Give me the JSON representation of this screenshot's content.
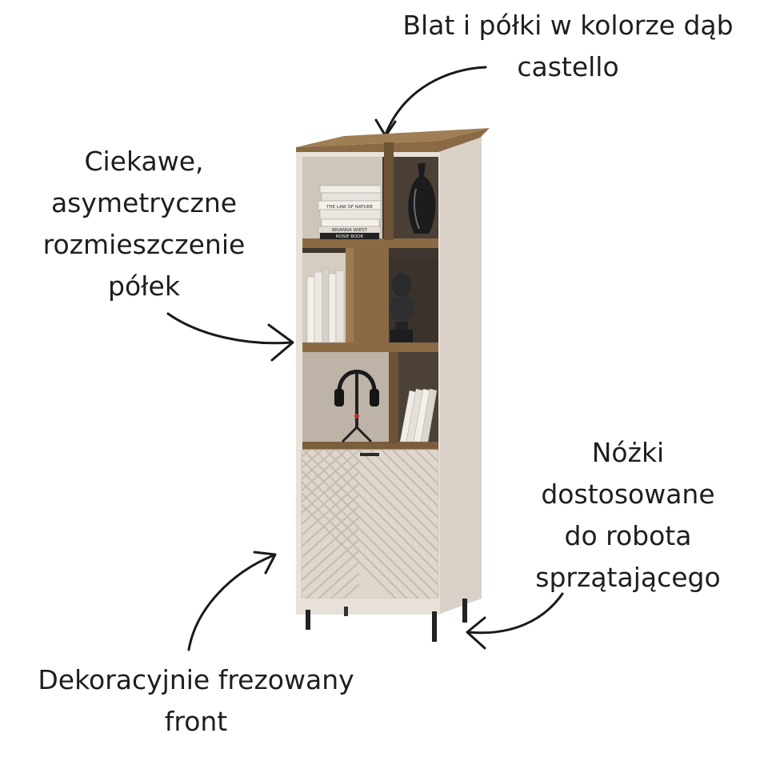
{
  "annotations": {
    "top": [
      "Blat i półki w kolorze dąb",
      "castello"
    ],
    "left": [
      "Ciekawe,",
      "asymetryczne",
      "rozmieszczenie",
      "półek"
    ],
    "right": [
      "Nóżki",
      "dostosowane",
      "do robota",
      "sprzątającego"
    ],
    "bottom": [
      "Dekoracyjnie frezowany",
      "front"
    ]
  },
  "book_spines": [
    "THE LAW OF NATURE",
    "BRIANNA WIEST",
    "ROSIE BOOK"
  ],
  "colors": {
    "body": "#e8e1d9",
    "oak": "#8a6a45",
    "oak_dark": "#6e5235",
    "inside": "#3f372f",
    "legs": "#222222",
    "text": "#1e1e1e"
  }
}
